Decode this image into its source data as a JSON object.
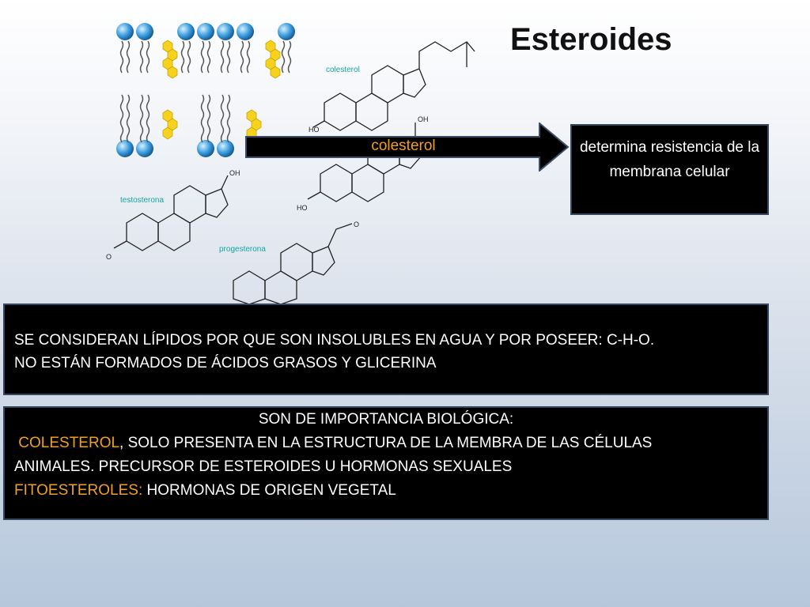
{
  "slide": {
    "title": "Esteroides"
  },
  "diagram": {
    "labels": {
      "cholesterol": "colesterol",
      "testosterone": "testosterona",
      "progesterone": "progesterona"
    },
    "arrow_label": "colesterol"
  },
  "definition_box": {
    "text": "determina resistencia de la membrana celular"
  },
  "info_box_1": {
    "line1": "SE CONSIDERAN LÍPIDOS POR QUE  SON INSOLUBLES EN AGUA Y POR POSEER: C-H-O.",
    "line2": "NO ESTÁN FORMADOS DE ÁCIDOS GRASOS Y GLICERINA"
  },
  "info_box_2": {
    "heading": "SON DE IMPORTANCIA BIOLÓGICA:",
    "cholesterol_term": "COLESTEROL",
    "cholesterol_comma": ",",
    "cholesterol_text": " SOLO PRESENTA EN LA ESTRUCTURA DE LA MEMBRA DE LAS CÉLULAS",
    "line3": "ANIMALES. PRECURSOR DE ESTEROIDES U HORMONAS SEXUALES",
    "phyto_term": "FITOESTEROLES:",
    "phyto_text": " HORMONAS DE ORIGEN VEGETAL"
  },
  "colors": {
    "accent_orange": "#f0a020",
    "box_fill": "#000000",
    "label_teal": "#16a6a0"
  }
}
